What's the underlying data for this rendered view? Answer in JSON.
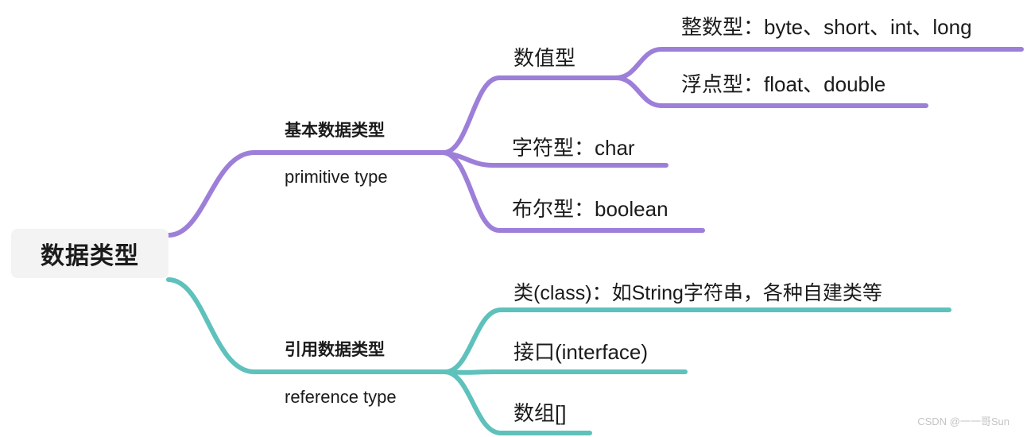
{
  "diagram": {
    "type": "mindmap",
    "title": "数据类型",
    "colors": {
      "primitive_branch": "#9d7fd9",
      "reference_branch": "#5fc1bc",
      "root_background": "#f3f3f3",
      "text": "#1b1b1b",
      "watermark": "#c4c4c4"
    },
    "root": {
      "label": "数据类型"
    },
    "branches": [
      {
        "id": "primitive",
        "title": "基本数据类型",
        "subtitle": "primitive type",
        "color": "#9d7fd9",
        "children": [
          {
            "id": "numeric",
            "label": "数值型",
            "children": [
              {
                "id": "integer",
                "label": "整数型：byte、short、int、long"
              },
              {
                "id": "float",
                "label": "浮点型：float、double"
              }
            ]
          },
          {
            "id": "char",
            "label": "字符型：char"
          },
          {
            "id": "boolean",
            "label": "布尔型：boolean"
          }
        ]
      },
      {
        "id": "reference",
        "title": "引用数据类型",
        "subtitle": "reference type",
        "color": "#5fc1bc",
        "children": [
          {
            "id": "class",
            "label": "类(class)：如String字符串，各种自建类等"
          },
          {
            "id": "interface",
            "label": "接口(interface)"
          },
          {
            "id": "array",
            "label": "数组[]"
          }
        ]
      }
    ],
    "watermark": "CSDN @一一哥Sun"
  }
}
